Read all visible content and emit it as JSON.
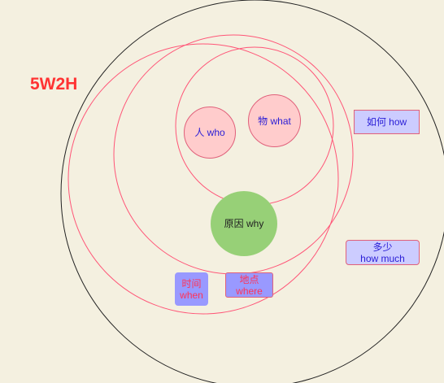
{
  "title": "5W2H",
  "nodes": {
    "who": {
      "cn": "人",
      "en": "who"
    },
    "what": {
      "cn": "物",
      "en": "what"
    },
    "why": {
      "cn": "原因",
      "en": "why"
    },
    "how": {
      "cn": "如何",
      "en": "how"
    },
    "how_much": {
      "cn": "多少",
      "en": "how much"
    },
    "when": {
      "cn": "时间",
      "en": "when"
    },
    "where": {
      "cn": "地点",
      "en": "where"
    }
  },
  "colors": {
    "background": "#f4f0e0",
    "outer_ring": "#222222",
    "inner_rings": "#ff5577",
    "title": "#ff3333",
    "pink_fill": "#ffcccc",
    "green_fill": "#97d077",
    "lavender_fill": "#ccccff",
    "purple_fill": "#9999ff",
    "blue_text": "#2a1ed6",
    "red_text": "#ff3355"
  }
}
